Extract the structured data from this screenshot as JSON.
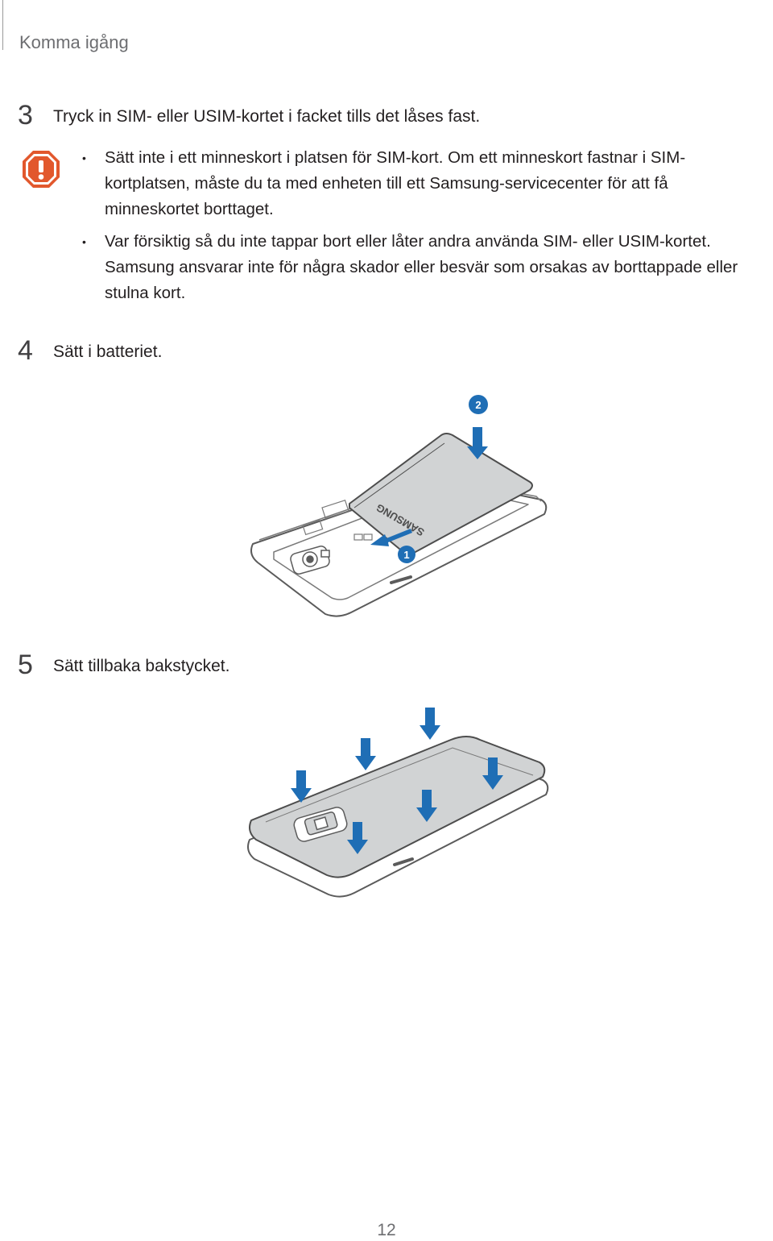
{
  "header": {
    "section_title": "Komma igång"
  },
  "steps": [
    {
      "number": "3",
      "text": "Tryck in SIM- eller USIM-kortet i facket tills det låses fast."
    },
    {
      "number": "4",
      "text": "Sätt i batteriet."
    },
    {
      "number": "5",
      "text": "Sätt tillbaka bakstycket."
    }
  ],
  "warning": {
    "icon": "warning-icon",
    "color": "#e2582d",
    "bullets": [
      {
        "lines": [
          "Sätt inte i ett minneskort i platsen för SIM-kort. Om ett minneskort fastnar i SIM-",
          "kortplatsen, måste du ta med enheten till ett Samsung-servicecenter för att få",
          "minneskortet borttaget."
        ]
      },
      {
        "lines": [
          "Var försiktig så du inte tappar bort eller låter andra använda SIM- eller USIM-kortet.",
          "Samsung ansvarar inte för några skador eller besvär som orsakas av borttappade eller",
          "stulna kort."
        ]
      }
    ]
  },
  "figure_battery": {
    "battery_label": "SAMSUNG",
    "callouts": [
      "1",
      "2"
    ],
    "arrow_color": "#1f6eb5"
  },
  "figure_back_cover": {
    "arrow_color": "#1f6eb5"
  },
  "footer": {
    "page_number": "12"
  }
}
